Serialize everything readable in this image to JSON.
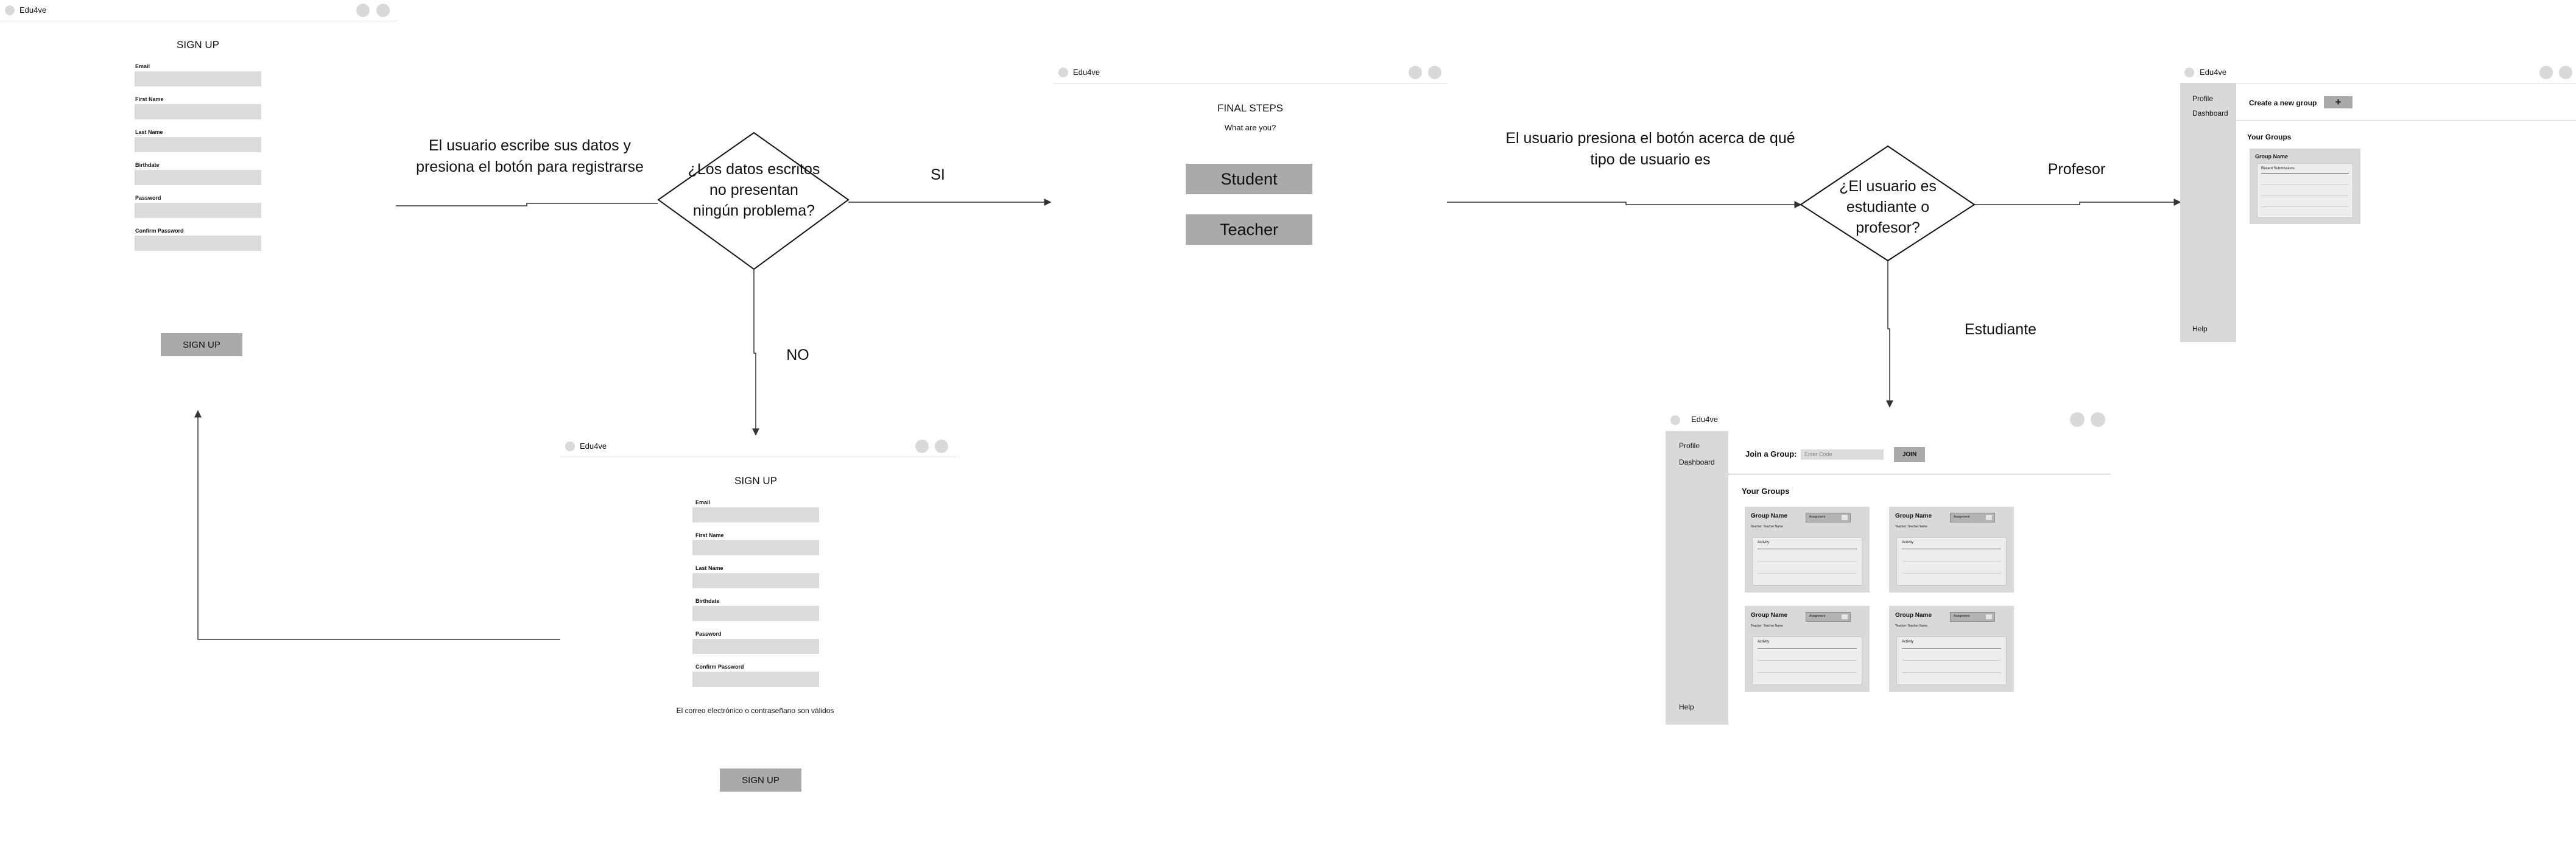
{
  "app_name": "Edu4ve",
  "signup_form": {
    "title": "SIGN UP",
    "fields": [
      "Email",
      "First Name",
      "Last Name",
      "Birthdate",
      "Password",
      "Confirm Password"
    ],
    "button": "SIGN UP"
  },
  "signup_error_form": {
    "title": "SIGN UP",
    "fields": [
      "Email",
      "First Name",
      "Last Name",
      "Birthdate",
      "Password",
      "Confirm Password"
    ],
    "error_message": "El correo electrónico o contraseñano son válidos",
    "button": "SIGN UP"
  },
  "final_steps": {
    "title": "FINAL STEPS",
    "subtitle": "What are you?",
    "options": [
      "Student",
      "Teacher"
    ]
  },
  "teacher_dashboard": {
    "sidebar": {
      "items": [
        "Profile",
        "Dashboard"
      ],
      "help": "Help"
    },
    "create_group_label": "Create a new group",
    "create_button": "+",
    "your_groups": "Your Groups",
    "group_card": {
      "name": "Group Name",
      "subtitle": "Recent Submissions"
    }
  },
  "student_dashboard": {
    "sidebar": {
      "items": [
        "Profile",
        "Dashboard"
      ],
      "help": "Help"
    },
    "join_label": "Join a Group:",
    "join_placeholder": "Enter Code",
    "join_button": "JOIN",
    "your_groups": "Your Groups",
    "cards": [
      {
        "name": "Group Name",
        "teacher": "Teacher: Teacher Name",
        "badge": "Assignment",
        "section": "Activity"
      },
      {
        "name": "Group Name",
        "teacher": "Teacher: Teacher Name",
        "badge": "Assignment",
        "section": "Activity"
      },
      {
        "name": "Group Name",
        "teacher": "Teacher: Teacher Name",
        "badge": "Assignment",
        "section": "Activity"
      },
      {
        "name": "Group Name",
        "teacher": "Teacher: Teacher Name",
        "badge": "Assignment",
        "section": "Activity"
      }
    ]
  },
  "flow": {
    "step1_text": "El usuario escribe sus datos y presiona el botón para registrarse",
    "decision1": "¿Los datos escritos no presentan ningún problema?",
    "yes_label": "SI",
    "no_label": "NO",
    "step2_text": "El usuario presiona el botón acerca de qué tipo de usuario es",
    "decision2": "¿El usuario es estudiante o profesor?",
    "teacher_label": "Profesor",
    "student_label": "Estudiante"
  }
}
